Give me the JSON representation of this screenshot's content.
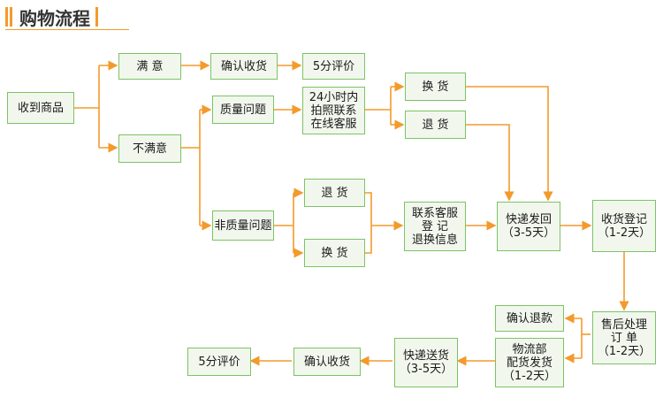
{
  "title": "购物流程",
  "nodes": {
    "receive": "收到商品",
    "satisfied": "满 意",
    "confirm_top": "确认收货",
    "rate_top": "5分评价",
    "dissatisfied": "不满意",
    "quality": "质量问题",
    "contact24": "24小时内\n拍照联系\n在线客服",
    "exchange_top": "换 货",
    "return_top": "退 货",
    "nonquality": "非质量问题",
    "return_mid": "退 货",
    "exchange_mid": "换 货",
    "register": "联系客服\n登 记\n退换信息",
    "courier_send": "快递发回\n（3-5天）",
    "receipt_log": "收货登记\n（1-2天）",
    "aftersale": "售后处理\n订 单\n（1-2天）",
    "confirm_refund": "确认退款",
    "logistics": "物流部\n配货发货\n（1-2天）",
    "courier_deliver": "快递送货\n（3-5天）",
    "confirm_bottom": "确认收货",
    "rate_bottom": "5分评价"
  },
  "colors": {
    "box_fill": "#f2f7ee",
    "box_border": "#7cc363",
    "arrow": "#f39a2b"
  }
}
